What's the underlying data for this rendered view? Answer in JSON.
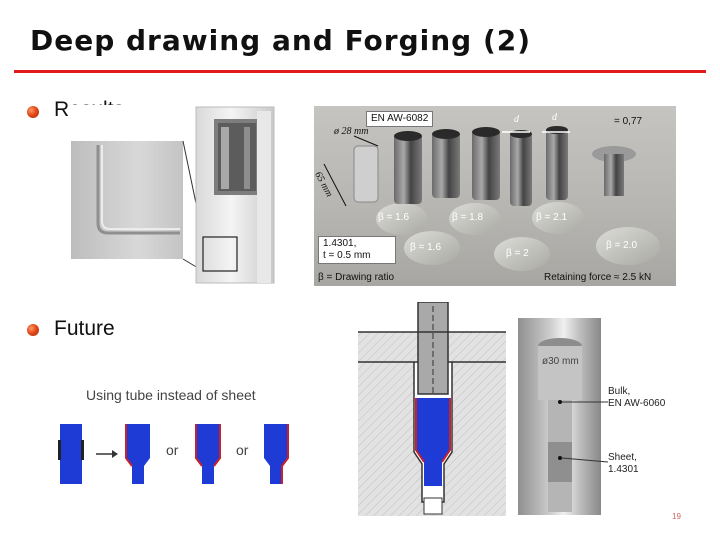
{
  "slide": {
    "title": "Deep drawing and Forging (2)",
    "page_number": "19"
  },
  "results": {
    "label": "Results",
    "photo_right": {
      "material": "EN AW-6082",
      "diameter": "ø 28 mm",
      "length": "65 mm",
      "d0": "d",
      "d1": "d",
      "ratio": "= 0,77",
      "betas": [
        "β = 1.6",
        "β = 1.8",
        "β = 2.1",
        "β = 1.6",
        "β = 2",
        "β = 2.0"
      ],
      "sheet_material": "1.4301,",
      "thickness": "t = 0.5 mm",
      "legend": "β = Drawing ratio",
      "retaining_force": "Retaining force ≈ 2.5 kN"
    }
  },
  "future": {
    "label": "Future",
    "caption": "Using tube instead of sheet",
    "or_label": "or",
    "photo_right": {
      "diameter": "ø30 mm",
      "bulk_label": "Bulk,",
      "bulk_material": "EN AW-6060",
      "sheet_label": "Sheet,",
      "sheet_material": "1.4301"
    }
  },
  "colors": {
    "accent_red": "#e11b1b",
    "part_blue": "#1f3bd6",
    "liner_red": "#c8202a"
  }
}
